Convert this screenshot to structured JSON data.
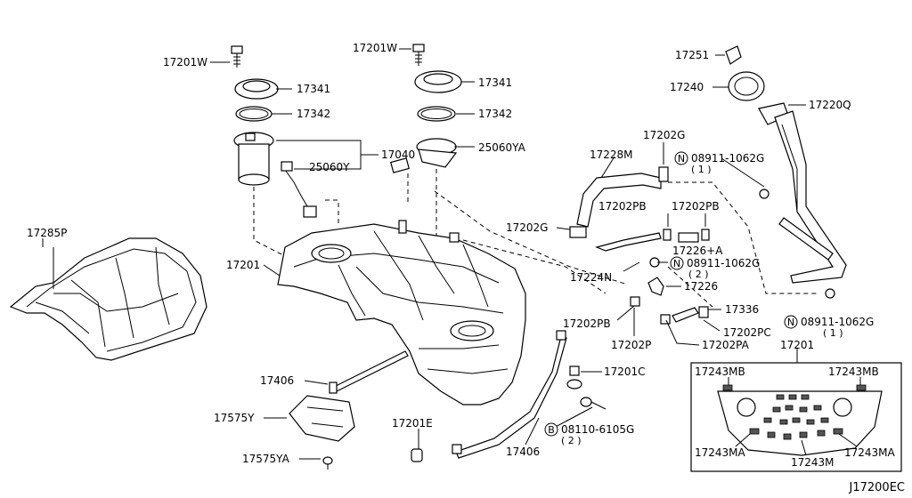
{
  "diagram": {
    "code": "J17200EC",
    "labels": {
      "l17201w_a": "17201W",
      "l17341_a": "17341",
      "l17342_a": "17342",
      "l17040": "17040",
      "l25060y": "25060Y",
      "l17201w_b": "17201W",
      "l17341_b": "17341",
      "l17342_b": "17342",
      "l25060ya": "25060YA",
      "l17251": "17251",
      "l17240": "17240",
      "l17220q": "17220Q",
      "l17202g_a": "17202G",
      "l08911_a": "08911-1062G",
      "l08911_a_qty": "( 1 )",
      "l17228m": "17228M",
      "l17202pb_a": "17202PB",
      "l17202pb_b": "17202PB",
      "l17202g_b": "17202G",
      "l17226a": "17226+A",
      "l17226a_qty": "( 2 )",
      "l08911_b": "08911-1062G",
      "l17224n": "17224N",
      "l17226": "17226",
      "l17285p": "17285P",
      "l17201": "17201",
      "l17202pb_c": "17202PB",
      "l17336": "17336",
      "l17202pc": "17202PC",
      "l08911_c": "08911-1062G",
      "l08911_c_qty": "( 1 )",
      "l17202p": "17202P",
      "l17202pa": "17202PA",
      "l17201_box": "17201",
      "l17201c": "17201C",
      "l17406_a": "17406",
      "l17575y": "17575Y",
      "l17201e": "17201E",
      "l08110": "08110-6105G",
      "l08110_qty": "( 2 )",
      "l17406_b": "17406",
      "l17575ya": "17575YA",
      "l17243mb_a": "17243MB",
      "l17243mb_b": "17243MB",
      "l17243ma_a": "17243MA",
      "l17243m": "17243M",
      "l17243ma_b": "17243MA"
    },
    "markers": {
      "n_mark": "N",
      "b_mark": "B"
    }
  }
}
